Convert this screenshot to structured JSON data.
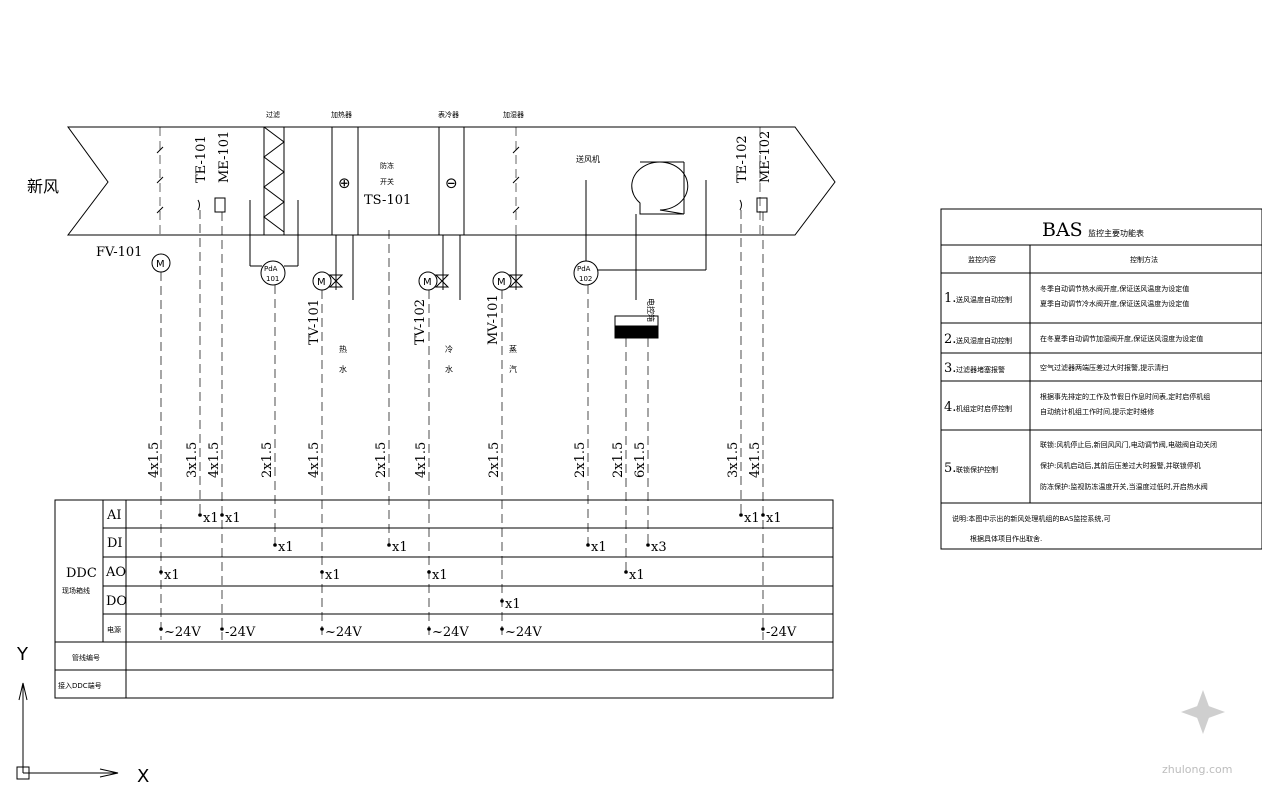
{
  "ahu": {
    "inlet_label": "新风",
    "sections": {
      "filter": "过滤",
      "heater": "加热器",
      "cooler": "表冷器",
      "humidifier": "加湿器",
      "fan": "送风机",
      "antifreeze_line1": "防冻",
      "antifreeze_line2": "开关",
      "antifreeze_tag": "TS-101"
    },
    "tags": {
      "fv": "FV-101",
      "te101": "TE-101",
      "me101": "ME-101",
      "te102": "TE-102",
      "me102": "ME-102",
      "pda101_a": "PdA",
      "pda101_b": "101",
      "pda102_a": "PdA",
      "pda102_b": "102",
      "tv101": "TV-101",
      "tv102": "TV-102",
      "mv101": "MV-101",
      "motor": "M",
      "heat_sym": "⊕",
      "cool_sym": "⊖"
    },
    "media": {
      "hot_1": "热",
      "hot_2": "水",
      "cold_1": "冷",
      "cold_2": "水",
      "steam_1": "蒸",
      "steam_2": "汽"
    },
    "control_box": "电控箱"
  },
  "cables": [
    "4x1.5",
    "3x1.5",
    "4x1.5",
    "2x1.5",
    "4x1.5",
    "2x1.5",
    "4x1.5",
    "2x1.5",
    "2x1.5",
    "2x1.5",
    "6x1.5",
    "3x1.5",
    "4x1.5"
  ],
  "ddc": {
    "title": "DDC",
    "subtitle": "现场箱线",
    "rows": [
      "AI",
      "DI",
      "AO",
      "DO",
      "电源"
    ],
    "points": {
      "ai": [
        "x1",
        "x1",
        "x1",
        "x1"
      ],
      "di": [
        "x1",
        "x1",
        "x1",
        "x3"
      ],
      "ao": [
        "x1",
        "x1",
        "x1",
        "x1"
      ],
      "do": [
        "x1"
      ],
      "power": [
        "~24V",
        "-24V",
        "~24V",
        "~24V",
        "~24V",
        "-24V"
      ]
    },
    "pipe_no": "管线编号",
    "ddc_terminal": "接入DDC端号"
  },
  "bas": {
    "title": "BAS",
    "subtitle": "监控主要功能表",
    "col1": "监控内容",
    "col2": "控制方法",
    "items": [
      {
        "num": "1.",
        "name": "送风温度自动控制",
        "lines": [
          "冬季自动调节热水阀开度,保证送风温度为设定值",
          "夏季自动调节冷水阀开度,保证送风温度为设定值"
        ]
      },
      {
        "num": "2.",
        "name": "送风湿度自动控制",
        "lines": [
          "在冬夏季自动调节加湿阀开度,保证送风湿度为设定值"
        ]
      },
      {
        "num": "3.",
        "name": "过滤器堵塞报警",
        "lines": [
          "空气过滤器两端压差过大时报警,提示清扫"
        ]
      },
      {
        "num": "4.",
        "name": "机组定时启停控制",
        "lines": [
          "根据事先排定的工作及节假日作息时间表,定时启停机组",
          "自动统计机组工作时间,提示定时维修"
        ]
      },
      {
        "num": "5.",
        "name": "联锁保护控制",
        "lines": [
          "联锁:风机停止后,新回风风门,电动调节阀,电磁阀自动关闭",
          "保护:风机启动后,其前后压差过大时报警,并联锁停机",
          "防冻保护:监视防冻温度开关,当温度过低时,开启热水阀"
        ]
      }
    ],
    "note_1": "说明:本图中示出的新风处理机组的BAS监控系统,可",
    "note_2": "根据具体项目作出取舍."
  },
  "axes": {
    "y": "Y",
    "x": "X"
  },
  "watermark": "zhulong.com"
}
